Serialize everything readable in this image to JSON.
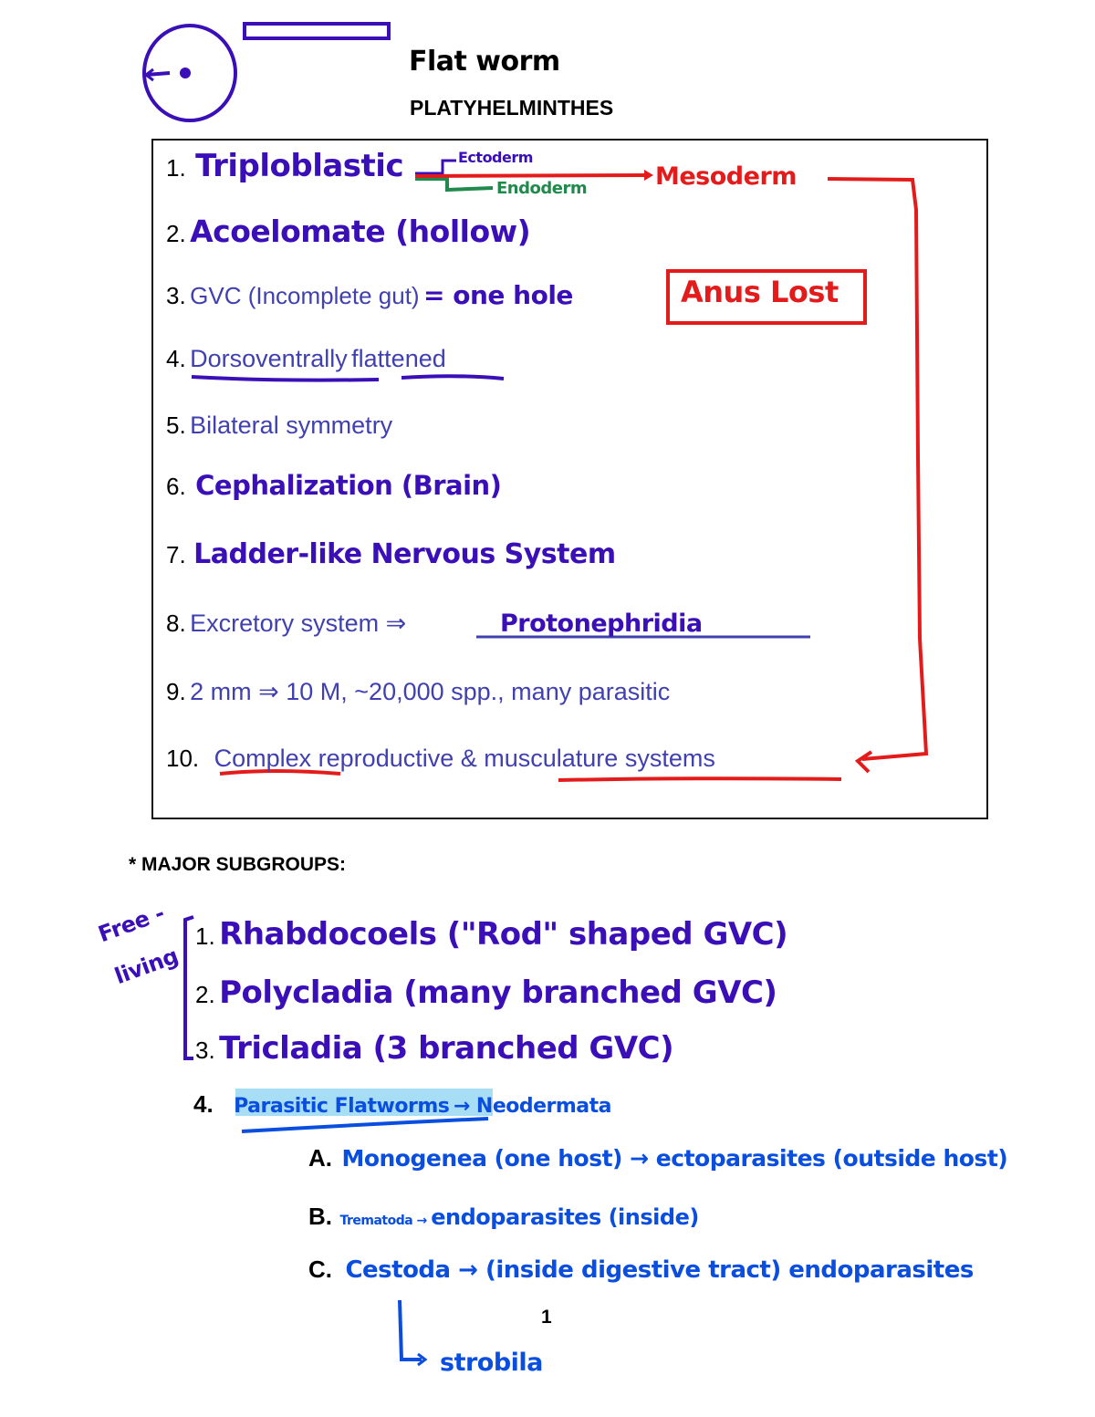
{
  "header": {
    "handwritten_title": "Flat worm",
    "printed_title": "PLATYHELMINTHES",
    "sketch_icon": "flatworm-cross-section-circle"
  },
  "characteristics": [
    {
      "number": "1.",
      "text": "Triploblastic",
      "annotations": {
        "branch_top": "Ectoderm",
        "branch_bottom": "Endoderm",
        "arrow_target": "Mesoderm"
      }
    },
    {
      "number": "2.",
      "text": "Acoelomate (hollow)"
    },
    {
      "number": "3.",
      "text": "GVC (Incomplete gut)",
      "annotation": "= one hole",
      "boxed_note": "Anus Lost"
    },
    {
      "number": "4.",
      "text_a": "Dorsoventrally",
      "text_b": "flattened"
    },
    {
      "number": "5.",
      "text": "Bilateral symmetry"
    },
    {
      "number": "6.",
      "text": "Cephalization (Brain)"
    },
    {
      "number": "7.",
      "text": "Ladder-like Nervous System"
    },
    {
      "number": "8.",
      "text": "Excretory system ⇒",
      "blank_answer": "Protonephridia"
    },
    {
      "number": "9.",
      "text": "2 mm ⇒ 10 M, ~20,000 spp., many parasitic"
    },
    {
      "number": "10.",
      "text_a": "Complex",
      "text_b": " reproductive & ",
      "text_c": "musculature systems"
    }
  ],
  "subgroups": {
    "heading": "* MAJOR SUBGROUPS:",
    "bracket_label_line1": "Free -",
    "bracket_label_line2": "living",
    "free_living": [
      {
        "number": "1.",
        "text": "Rhabdocoels (\"Rod\" shaped GVC)"
      },
      {
        "number": "2.",
        "text": "Polycladia (many branched GVC)"
      },
      {
        "number": "3.",
        "text": "Tricladia (3 branched GVC)"
      }
    ],
    "parasitic": {
      "number": "4.",
      "highlighted": "Parasitic Flatworms",
      "arrow_text": "→ Neodermata",
      "items": [
        {
          "letter": "A.",
          "text": "Monogenea (one host) → ectoparasites (outside host)"
        },
        {
          "letter": "B.",
          "text_small": "Trematoda →",
          "text": "endoparasites (inside)"
        },
        {
          "letter": "C.",
          "text": "Cestoda → (inside digestive tract) endoparasites",
          "sub_arrow": "strobila"
        }
      ]
    }
  },
  "page_number": "1",
  "colors": {
    "ink_purple": "#3a0fb8",
    "printed_slate": "#4040b0",
    "ink_red": "#e41b1b",
    "ink_green": "#1f8a4c",
    "ink_blue": "#0a4ee0",
    "highlight": "#a8def5"
  }
}
